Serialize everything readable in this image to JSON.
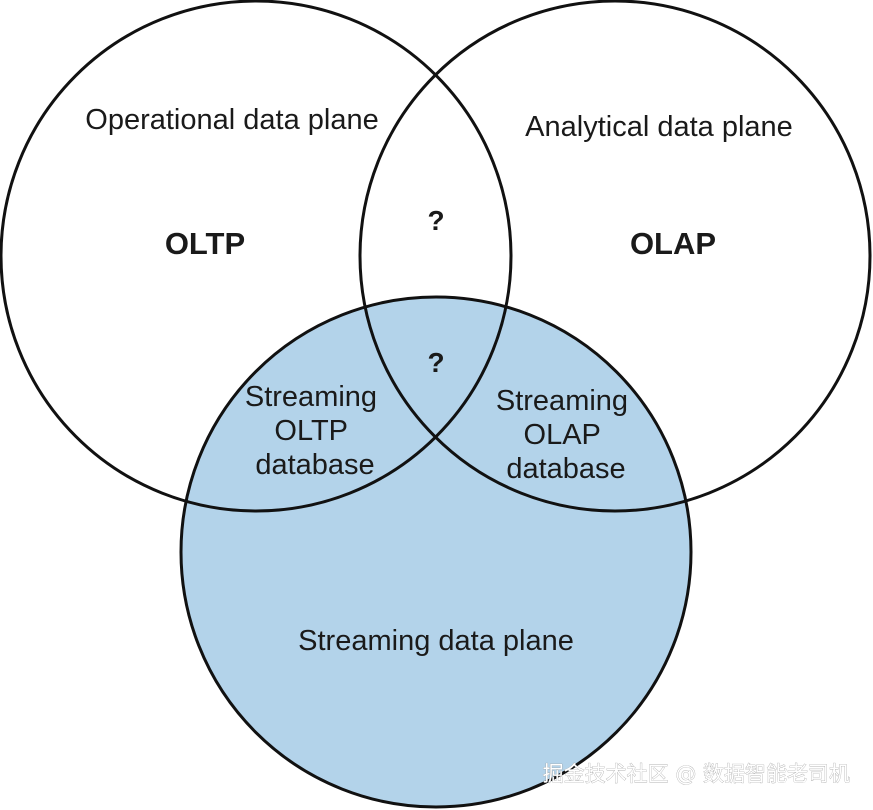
{
  "diagram": {
    "circles": {
      "operational": {
        "title": "Operational data plane",
        "center_label": "OLTP"
      },
      "analytical": {
        "title": "Analytical data plane",
        "center_label": "OLAP"
      },
      "streaming": {
        "title": "Streaming data plane",
        "fill_color": "#b3d3ea"
      }
    },
    "intersections": {
      "operational_analytical": "?",
      "all_three": "?",
      "operational_streaming": [
        "Streaming",
        "OLTP",
        "database"
      ],
      "analytical_streaming": [
        "Streaming",
        "OLAP",
        "database"
      ]
    },
    "stroke_color": "#111111"
  },
  "watermark": "掘金技术社区 @ 数据智能老司机"
}
